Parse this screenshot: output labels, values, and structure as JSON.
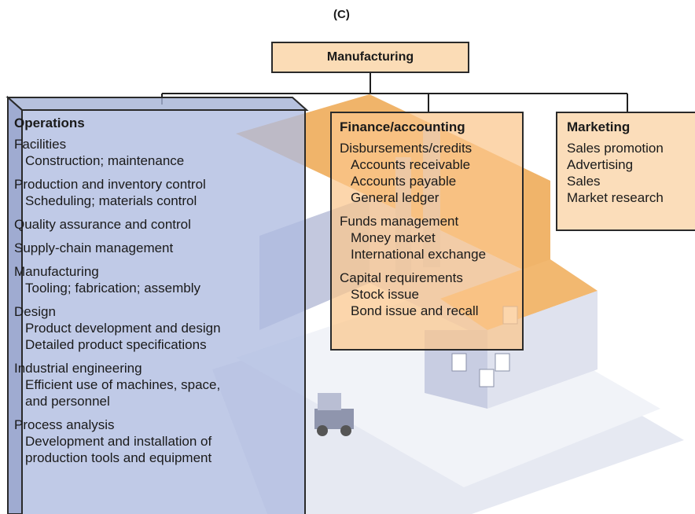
{
  "caption": "(C)",
  "root": "Manufacturing",
  "operations": {
    "title": "Operations",
    "groups": [
      {
        "title": "Facilities",
        "subs": [
          "Construction; maintenance"
        ]
      },
      {
        "title": "Production and inventory control",
        "subs": [
          "Scheduling; materials control"
        ]
      },
      {
        "title": "Quality assurance and control",
        "subs": []
      },
      {
        "title": "Supply-chain management",
        "subs": []
      },
      {
        "title": "Manufacturing",
        "subs": [
          "Tooling; fabrication; assembly"
        ]
      },
      {
        "title": "Design",
        "subs": [
          "Product development and design",
          "Detailed product specifications"
        ]
      },
      {
        "title": "Industrial engineering",
        "subs": [
          "Efficient use of machines, space,",
          "and personnel"
        ]
      },
      {
        "title": "Process analysis",
        "subs": [
          "Development and installation of",
          "production tools and equipment"
        ]
      }
    ]
  },
  "finance": {
    "title": "Finance/accounting",
    "groups": [
      {
        "title": "Disbursements/credits",
        "subs": [
          "Accounts receivable",
          "Accounts payable",
          "General ledger"
        ]
      },
      {
        "title": "Funds management",
        "subs": [
          "Money market",
          "International exchange"
        ]
      },
      {
        "title": "Capital requirements",
        "subs": [
          "Stock issue",
          "Bond issue and recall"
        ]
      }
    ]
  },
  "marketing": {
    "title": "Marketing",
    "items": [
      "Sales promotion",
      "Advertising",
      "Sales",
      "Market research"
    ]
  }
}
